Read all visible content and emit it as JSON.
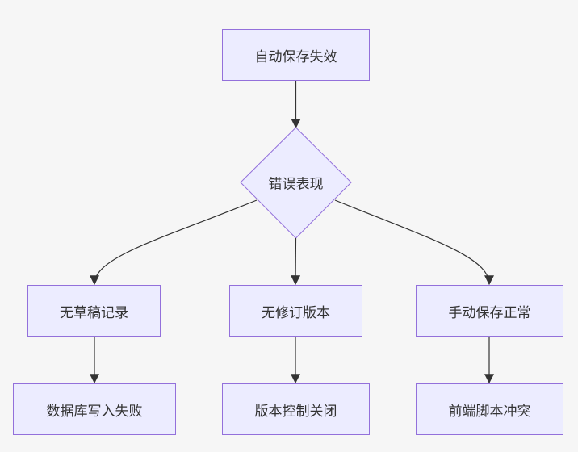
{
  "diagram": {
    "start": {
      "label": "自动保存失效"
    },
    "decision": {
      "label": "错误表现"
    },
    "branches": [
      {
        "label": "无草稿记录",
        "cause": "数据库写入失败"
      },
      {
        "label": "无修订版本",
        "cause": "版本控制关闭"
      },
      {
        "label": "手动保存正常",
        "cause": "前端脚本冲突"
      }
    ],
    "colors": {
      "node_fill": "#ececff",
      "node_border": "#9370db",
      "edge": "#333333",
      "background": "#f6f6f6"
    }
  }
}
